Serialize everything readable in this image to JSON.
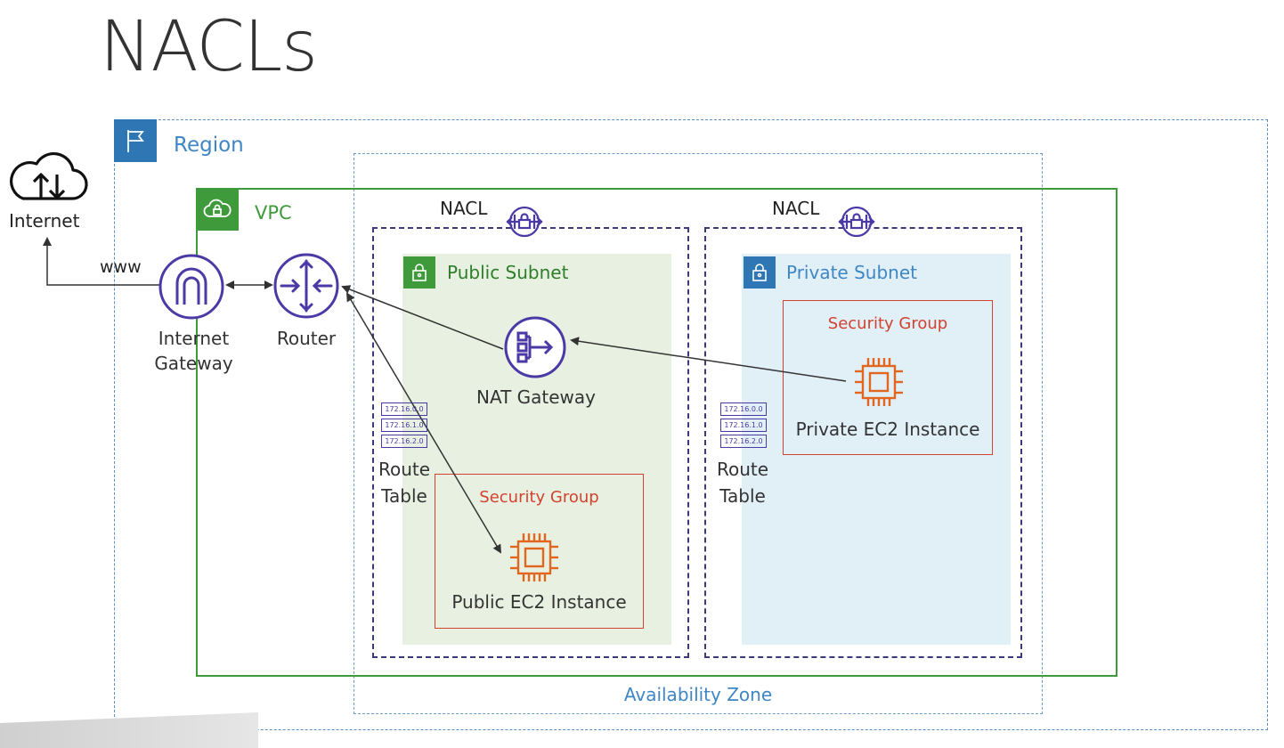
{
  "title": "NACLs",
  "labels": {
    "region": "Region",
    "availability_zone": "Availability Zone",
    "vpc": "VPC",
    "internet": "Internet",
    "www": "www",
    "internet_gateway_line1": "Internet",
    "internet_gateway_line2": "Gateway",
    "router": "Router",
    "nacl_left": "NACL",
    "nacl_right": "NACL",
    "public_subnet": "Public Subnet",
    "private_subnet": "Private Subnet",
    "nat_gateway": "NAT Gateway",
    "route_table_left_line1": "Route",
    "route_table_left_line2": "Table",
    "route_table_right_line1": "Route",
    "route_table_right_line2": "Table",
    "security_group_public": "Security Group",
    "security_group_private": "Security Group",
    "public_ec2": "Public EC2 Instance",
    "private_ec2": "Private EC2 Instance",
    "route_entries": [
      "172.16.0.0",
      "172.16.1.0",
      "172.16.2.0"
    ]
  },
  "icons": {
    "region": "flag-icon",
    "vpc": "cloud-lock-icon",
    "internet": "cloud-upload-download-icon",
    "internet_gateway": "internet-gateway-icon",
    "router": "router-icon",
    "nacl": "nacl-icon",
    "subnet": "padlock-icon",
    "nat_gateway": "nat-gateway-icon",
    "route_table": "route-table-icon",
    "ec2": "ec2-chip-icon"
  },
  "colors": {
    "region": "#5a8fbf",
    "vpc": "#3e9a3a",
    "nacl": "#3a3a7a",
    "public_subnet_bg": "#e8f1e1",
    "private_subnet_bg": "#e1eff7",
    "security_group": "#d3412f",
    "ec2": "#e2661e",
    "network_icon": "#4b3aa6"
  }
}
